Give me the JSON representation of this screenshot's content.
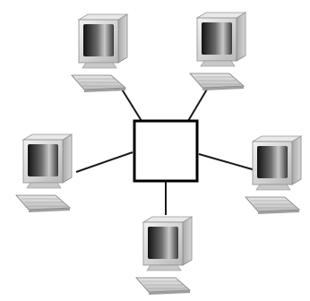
{
  "diagram": {
    "type": "star-topology",
    "hub": {
      "icon": "hub-box"
    },
    "nodes": [
      {
        "id": "top-left",
        "icon": "desktop-computer-icon"
      },
      {
        "id": "top-right",
        "icon": "desktop-computer-icon"
      },
      {
        "id": "left",
        "icon": "desktop-computer-icon"
      },
      {
        "id": "right",
        "icon": "desktop-computer-icon"
      },
      {
        "id": "bottom",
        "icon": "desktop-computer-icon"
      }
    ],
    "colors": {
      "line": "#1a1a1a",
      "hub_stroke": "#000000",
      "hub_fill": "#ffffff"
    }
  }
}
